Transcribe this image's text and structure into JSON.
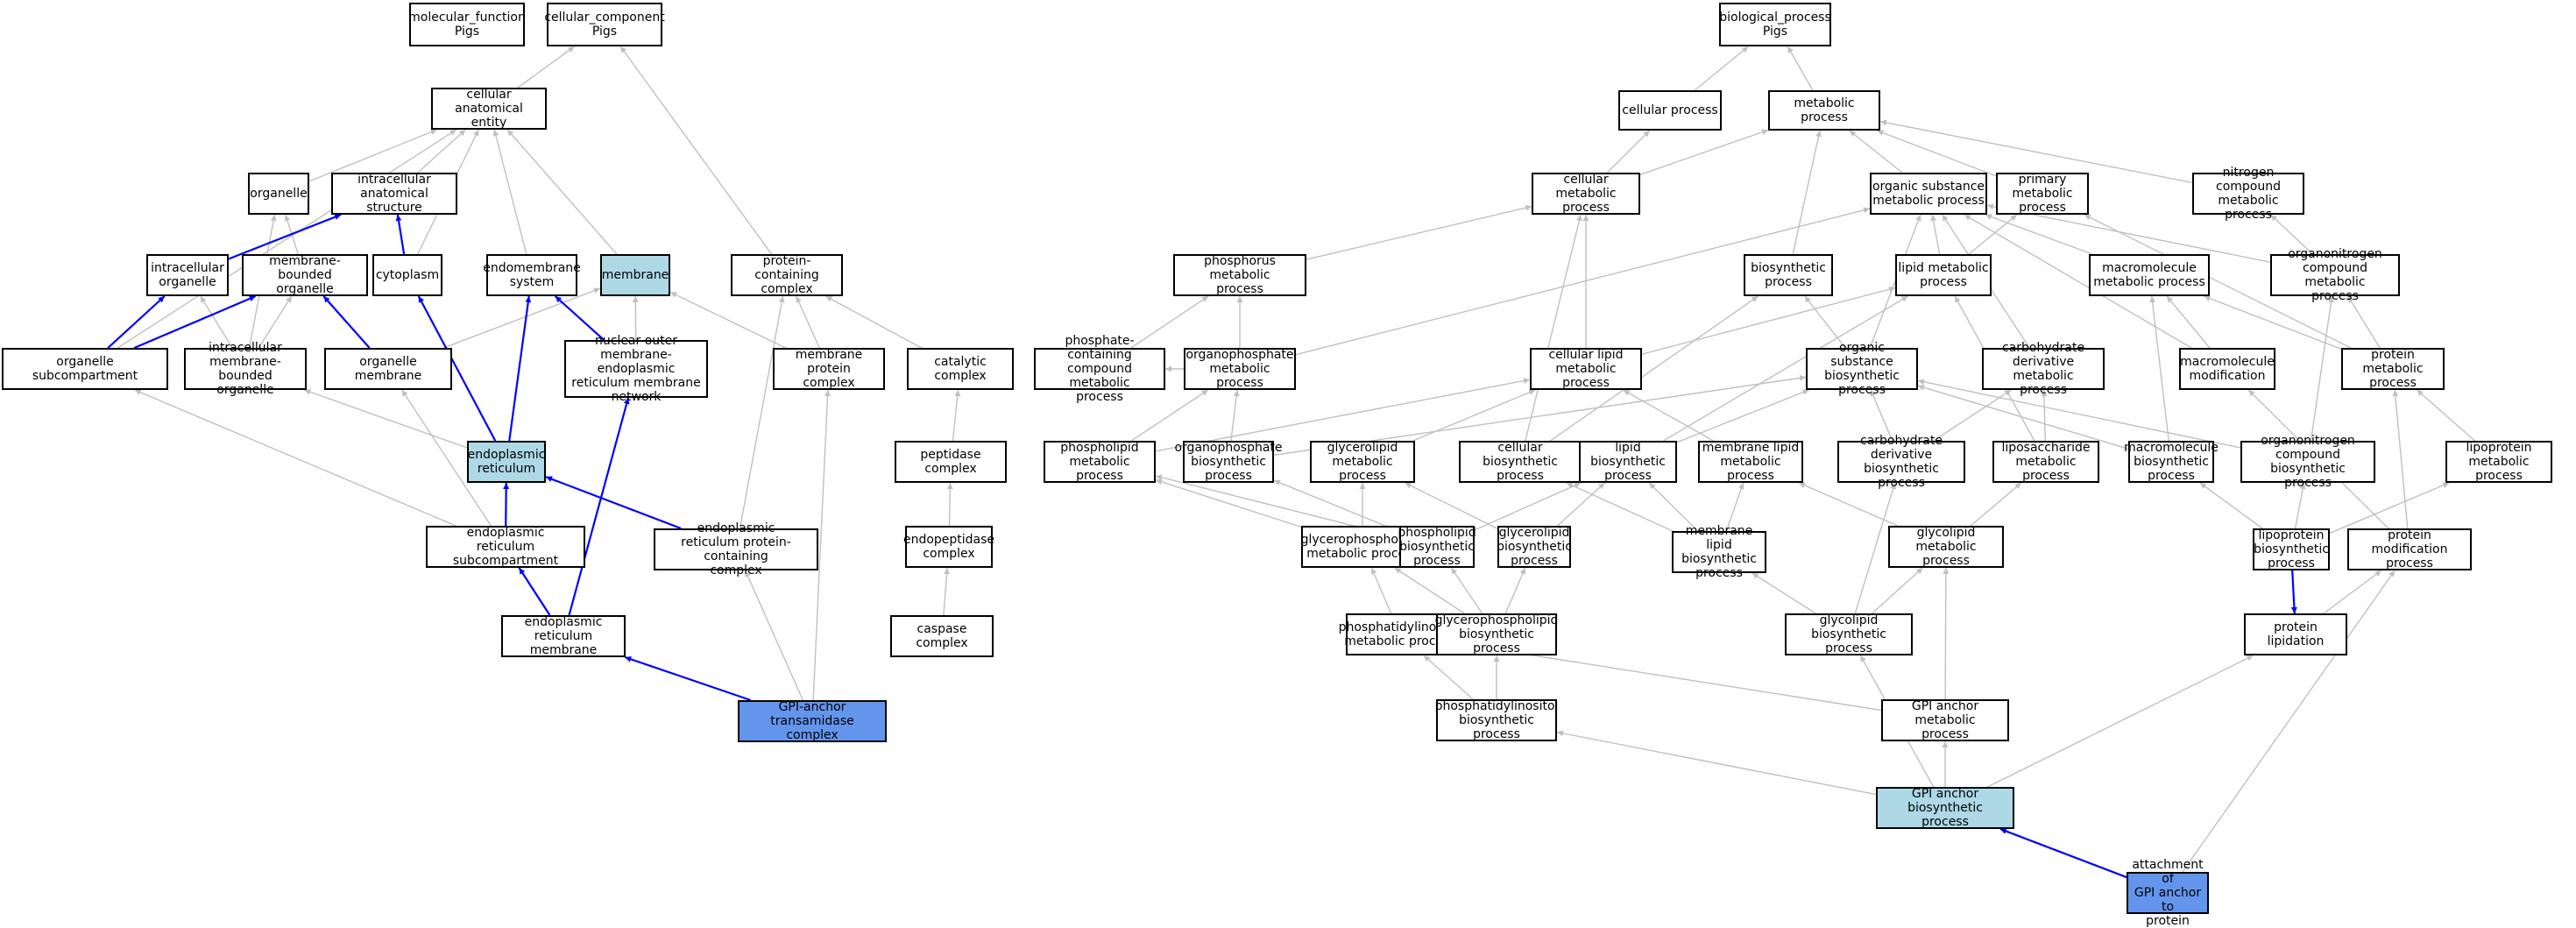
{
  "colors": {
    "background": "#ffffff",
    "highlight": "#add8e6",
    "root": "#6495ed",
    "border": "#000000",
    "edge": "#c0c0c0",
    "path_edge": "#0000ff"
  },
  "nodes": [
    {
      "id": "mf",
      "label": "molecular_function\nPigs"
    },
    {
      "id": "cc",
      "label": "cellular_component\nPigs"
    },
    {
      "id": "bp",
      "label": "biological_process\nPigs"
    },
    {
      "id": "cae",
      "label": "cellular anatomical\nentity"
    },
    {
      "id": "cellproc",
      "label": "cellular process"
    },
    {
      "id": "metproc",
      "label": "metabolic process"
    },
    {
      "id": "organelle",
      "label": "organelle"
    },
    {
      "id": "ias",
      "label": "intracellular\nanatomical structure"
    },
    {
      "id": "cmp",
      "label": "cellular metabolic\nprocess"
    },
    {
      "id": "osmp",
      "label": "organic substance\nmetabolic process"
    },
    {
      "id": "pmp",
      "label": "primary metabolic\nprocess"
    },
    {
      "id": "ncmp",
      "label": "nitrogen compound\nmetabolic process"
    },
    {
      "id": "io",
      "label": "intracellular\norganelle"
    },
    {
      "id": "mbo",
      "label": "membrane-bounded\norganelle"
    },
    {
      "id": "cyto",
      "label": "cytoplasm"
    },
    {
      "id": "endo",
      "label": "endomembrane\nsystem"
    },
    {
      "id": "memb",
      "label": "membrane",
      "state": "hl"
    },
    {
      "id": "pcc",
      "label": "protein-containing\ncomplex"
    },
    {
      "id": "phmp",
      "label": "phosphorus metabolic\nprocess"
    },
    {
      "id": "biosyn",
      "label": "biosynthetic\nprocess"
    },
    {
      "id": "lmp",
      "label": "lipid metabolic\nprocess"
    },
    {
      "id": "macmp",
      "label": "macromolecule\nmetabolic process"
    },
    {
      "id": "oncmp",
      "label": "organonitrogen\ncompound metabolic\nprocess"
    },
    {
      "id": "osub",
      "label": "organelle subcompartment"
    },
    {
      "id": "imbo",
      "label": "intracellular\nmembrane-bounded\norganelle"
    },
    {
      "id": "om",
      "label": "organelle membrane"
    },
    {
      "id": "noem",
      "label": "nuclear outer\nmembrane-endoplasmic\nreticulum membrane\nnetwork"
    },
    {
      "id": "mpc",
      "label": "membrane protein\ncomplex"
    },
    {
      "id": "catc",
      "label": "catalytic complex"
    },
    {
      "id": "pccmp",
      "label": "phosphate-containing\ncompound metabolic\nprocess"
    },
    {
      "id": "opmp",
      "label": "organophosphate\nmetabolic process"
    },
    {
      "id": "clmp",
      "label": "cellular lipid\nmetabolic process"
    },
    {
      "id": "osbp",
      "label": "organic substance\nbiosynthetic\nprocess"
    },
    {
      "id": "cdmp",
      "label": "carbohydrate\nderivative metabolic\nprocess"
    },
    {
      "id": "macmod",
      "label": "macromolecule\nmodification"
    },
    {
      "id": "protmp",
      "label": "protein metabolic\nprocess"
    },
    {
      "id": "er",
      "label": "endoplasmic\nreticulum",
      "state": "hl"
    },
    {
      "id": "pepc",
      "label": "peptidase complex"
    },
    {
      "id": "plmp",
      "label": "phospholipid\nmetabolic process"
    },
    {
      "id": "opbp",
      "label": "organophosphate\nbiosynthetic\nprocess"
    },
    {
      "id": "glmp",
      "label": "glycerolipid\nmetabolic process"
    },
    {
      "id": "cbp",
      "label": "cellular biosynthetic\nprocess"
    },
    {
      "id": "lbp",
      "label": "lipid biosynthetic\nprocess"
    },
    {
      "id": "mlmp",
      "label": "membrane lipid\nmetabolic process"
    },
    {
      "id": "cdbp",
      "label": "carbohydrate\nderivative biosynthetic\nprocess"
    },
    {
      "id": "lsmp",
      "label": "liposaccharide\nmetabolic process"
    },
    {
      "id": "macbp",
      "label": "macromolecule\nbiosynthetic\nprocess"
    },
    {
      "id": "oncbp",
      "label": "organonitrogen\ncompound biosynthetic\nprocess"
    },
    {
      "id": "lpmp",
      "label": "lipoprotein\nmetabolic process"
    },
    {
      "id": "ersc",
      "label": "endoplasmic\nreticulum subcompartment"
    },
    {
      "id": "erpcc",
      "label": "endoplasmic\nreticulum protein-containing\ncomplex"
    },
    {
      "id": "endopep",
      "label": "endopeptidase\ncomplex"
    },
    {
      "id": "gpmp",
      "label": "glycerophospholipid\nmetabolic process"
    },
    {
      "id": "plbp",
      "label": "phospholipid\nbiosynthetic\nprocess"
    },
    {
      "id": "glbp",
      "label": "glycerolipid\nbiosynthetic\nprocess"
    },
    {
      "id": "mlbp",
      "label": "membrane lipid\nbiosynthetic\nprocess"
    },
    {
      "id": "glymp",
      "label": "glycolipid metabolic\nprocess"
    },
    {
      "id": "lpbp",
      "label": "lipoprotein\nbiosynthetic\nprocess"
    },
    {
      "id": "pmod",
      "label": "protein modification\nprocess"
    },
    {
      "id": "erm",
      "label": "endoplasmic\nreticulum membrane"
    },
    {
      "id": "caspc",
      "label": "caspase complex"
    },
    {
      "id": "pimp",
      "label": "phosphatidylinositol\nmetabolic process"
    },
    {
      "id": "gpbp",
      "label": "glycerophospholipid\nbiosynthetic\nprocess"
    },
    {
      "id": "glybp",
      "label": "glycolipid biosynthetic\nprocess"
    },
    {
      "id": "plip",
      "label": "protein lipidation"
    },
    {
      "id": "gpit",
      "label": "GPI-anchor transamidase\ncomplex",
      "state": "root"
    },
    {
      "id": "pibp",
      "label": "phosphatidylinositol\nbiosynthetic\nprocess"
    },
    {
      "id": "gpimp",
      "label": "GPI anchor metabolic\nprocess"
    },
    {
      "id": "gpibp",
      "label": "GPI anchor biosynthetic\nprocess",
      "state": "hl"
    },
    {
      "id": "att",
      "label": "attachment of\nGPI anchor to\nprotein",
      "state": "root"
    }
  ],
  "edges": [
    [
      "cae",
      "cc"
    ],
    [
      "pcc",
      "cc"
    ],
    [
      "cellproc",
      "bp"
    ],
    [
      "metproc",
      "bp"
    ],
    [
      "cmp",
      "cellproc"
    ],
    [
      "cmp",
      "metproc"
    ],
    [
      "osmp",
      "metproc"
    ],
    [
      "pmp",
      "metproc"
    ],
    [
      "ncmp",
      "metproc"
    ],
    [
      "biosyn",
      "metproc"
    ],
    [
      "organelle",
      "cae"
    ],
    [
      "ias",
      "cae"
    ],
    [
      "cyto",
      "cae"
    ],
    [
      "endo",
      "cae"
    ],
    [
      "memb",
      "cae"
    ],
    [
      "osub",
      "cae"
    ],
    [
      "imbo",
      "organelle"
    ],
    [
      "phmp",
      "cmp"
    ],
    [
      "clmp",
      "cmp"
    ],
    [
      "cbp",
      "cmp"
    ],
    [
      "osbp",
      "osmp"
    ],
    [
      "lmp",
      "osmp"
    ],
    [
      "macmp",
      "osmp"
    ],
    [
      "oncmp",
      "osmp"
    ],
    [
      "opmp",
      "osmp"
    ],
    [
      "cdmp",
      "osmp"
    ],
    [
      "lmp",
      "pmp"
    ],
    [
      "protmp",
      "pmp"
    ],
    [
      "oncmp",
      "ncmp"
    ],
    [
      "mbo",
      "organelle"
    ],
    [
      "imbo",
      "io"
    ],
    [
      "imbo",
      "mbo"
    ],
    [
      "om",
      "memb"
    ],
    [
      "mpc",
      "pcc"
    ],
    [
      "catc",
      "pcc"
    ],
    [
      "noem",
      "memb"
    ],
    [
      "erpcc",
      "pcc"
    ],
    [
      "pccmp",
      "phmp"
    ],
    [
      "opmp",
      "phmp"
    ],
    [
      "opmp",
      "pccmp"
    ],
    [
      "clmp",
      "lmp"
    ],
    [
      "osbp",
      "biosyn"
    ],
    [
      "lbp",
      "lmp"
    ],
    [
      "lsmp",
      "lmp"
    ],
    [
      "cbp",
      "biosyn"
    ],
    [
      "macbp",
      "macmp"
    ],
    [
      "macmod",
      "macmp"
    ],
    [
      "protmp",
      "macmp"
    ],
    [
      "protmp",
      "oncmp"
    ],
    [
      "oncbp",
      "oncmp"
    ],
    [
      "er",
      "imbo"
    ],
    [
      "ersc",
      "osub"
    ],
    [
      "erm",
      "om"
    ],
    [
      "mpc",
      "memb"
    ],
    [
      "pepc",
      "catc"
    ],
    [
      "endopep",
      "pepc"
    ],
    [
      "caspc",
      "endopep"
    ],
    [
      "gpit",
      "erpcc"
    ],
    [
      "gpit",
      "mpc"
    ],
    [
      "plmp",
      "opmp"
    ],
    [
      "plmp",
      "clmp"
    ],
    [
      "opbp",
      "opmp"
    ],
    [
      "opbp",
      "osbp"
    ],
    [
      "glmp",
      "clmp"
    ],
    [
      "lbp",
      "osbp"
    ],
    [
      "mlmp",
      "clmp"
    ],
    [
      "cdbp",
      "cdmp"
    ],
    [
      "cdbp",
      "osbp"
    ],
    [
      "lsmp",
      "cdmp"
    ],
    [
      "macbp",
      "osbp"
    ],
    [
      "oncbp",
      "osbp"
    ],
    [
      "lpmp",
      "protmp"
    ],
    [
      "macmod",
      "osmp"
    ],
    [
      "gpmp",
      "plmp"
    ],
    [
      "gpmp",
      "glmp"
    ],
    [
      "plbp",
      "plmp"
    ],
    [
      "plbp",
      "lbp"
    ],
    [
      "plbp",
      "opbp"
    ],
    [
      "glbp",
      "glmp"
    ],
    [
      "glbp",
      "lbp"
    ],
    [
      "mlbp",
      "mlmp"
    ],
    [
      "mlbp",
      "lbp"
    ],
    [
      "mlbp",
      "cbp"
    ],
    [
      "glymp",
      "mlmp"
    ],
    [
      "glymp",
      "lsmp"
    ],
    [
      "lpbp",
      "lpmp"
    ],
    [
      "lpbp",
      "oncbp"
    ],
    [
      "lpbp",
      "macbp"
    ],
    [
      "pmod",
      "macmod"
    ],
    [
      "pmod",
      "protmp"
    ],
    [
      "pimp",
      "gpmp"
    ],
    [
      "gpbp",
      "gpmp"
    ],
    [
      "gpbp",
      "plbp"
    ],
    [
      "gpbp",
      "glbp"
    ],
    [
      "glybp",
      "glymp"
    ],
    [
      "glybp",
      "mlbp"
    ],
    [
      "glybp",
      "cdbp"
    ],
    [
      "plip",
      "pmod"
    ],
    [
      "pibp",
      "pimp"
    ],
    [
      "pibp",
      "gpbp"
    ],
    [
      "gpimp",
      "pimp"
    ],
    [
      "gpimp",
      "glymp"
    ],
    [
      "gpibp",
      "gpimp"
    ],
    [
      "gpibp",
      "pibp"
    ],
    [
      "gpibp",
      "glybp"
    ],
    [
      "gpibp",
      "plip"
    ],
    [
      "att",
      "pmod"
    ]
  ],
  "path_edges": [
    [
      "io",
      "ias"
    ],
    [
      "cyto",
      "ias"
    ],
    [
      "osub",
      "io"
    ],
    [
      "osub",
      "mbo"
    ],
    [
      "om",
      "mbo"
    ],
    [
      "noem",
      "endo"
    ],
    [
      "er",
      "cyto"
    ],
    [
      "er",
      "endo"
    ],
    [
      "ersc",
      "er"
    ],
    [
      "erpcc",
      "er"
    ],
    [
      "erm",
      "ersc"
    ],
    [
      "erm",
      "noem"
    ],
    [
      "gpit",
      "erm"
    ],
    [
      "lpbp",
      "plip"
    ],
    [
      "att",
      "gpibp"
    ]
  ]
}
